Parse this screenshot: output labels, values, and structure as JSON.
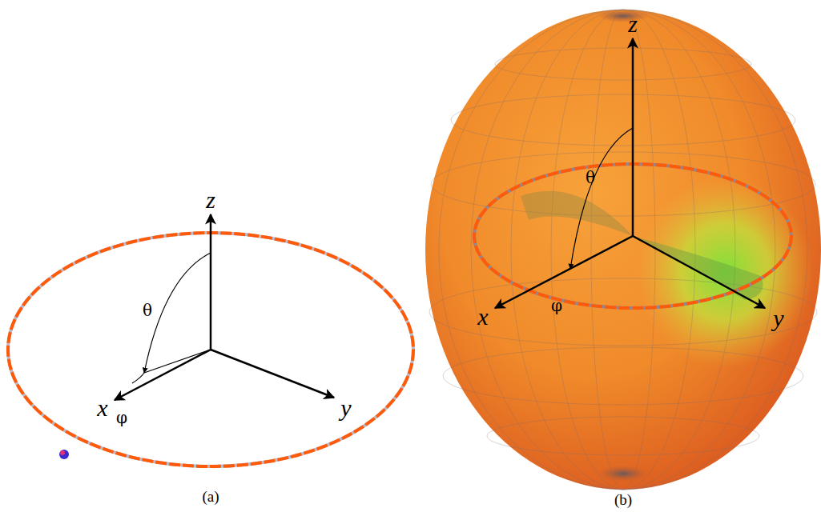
{
  "diagram": {
    "labels": [
      "z",
      "θ",
      "x",
      "φ",
      "y",
      "(a)",
      "z",
      "θ",
      "x",
      "φ",
      "y",
      "(b)"
    ]
  }
}
